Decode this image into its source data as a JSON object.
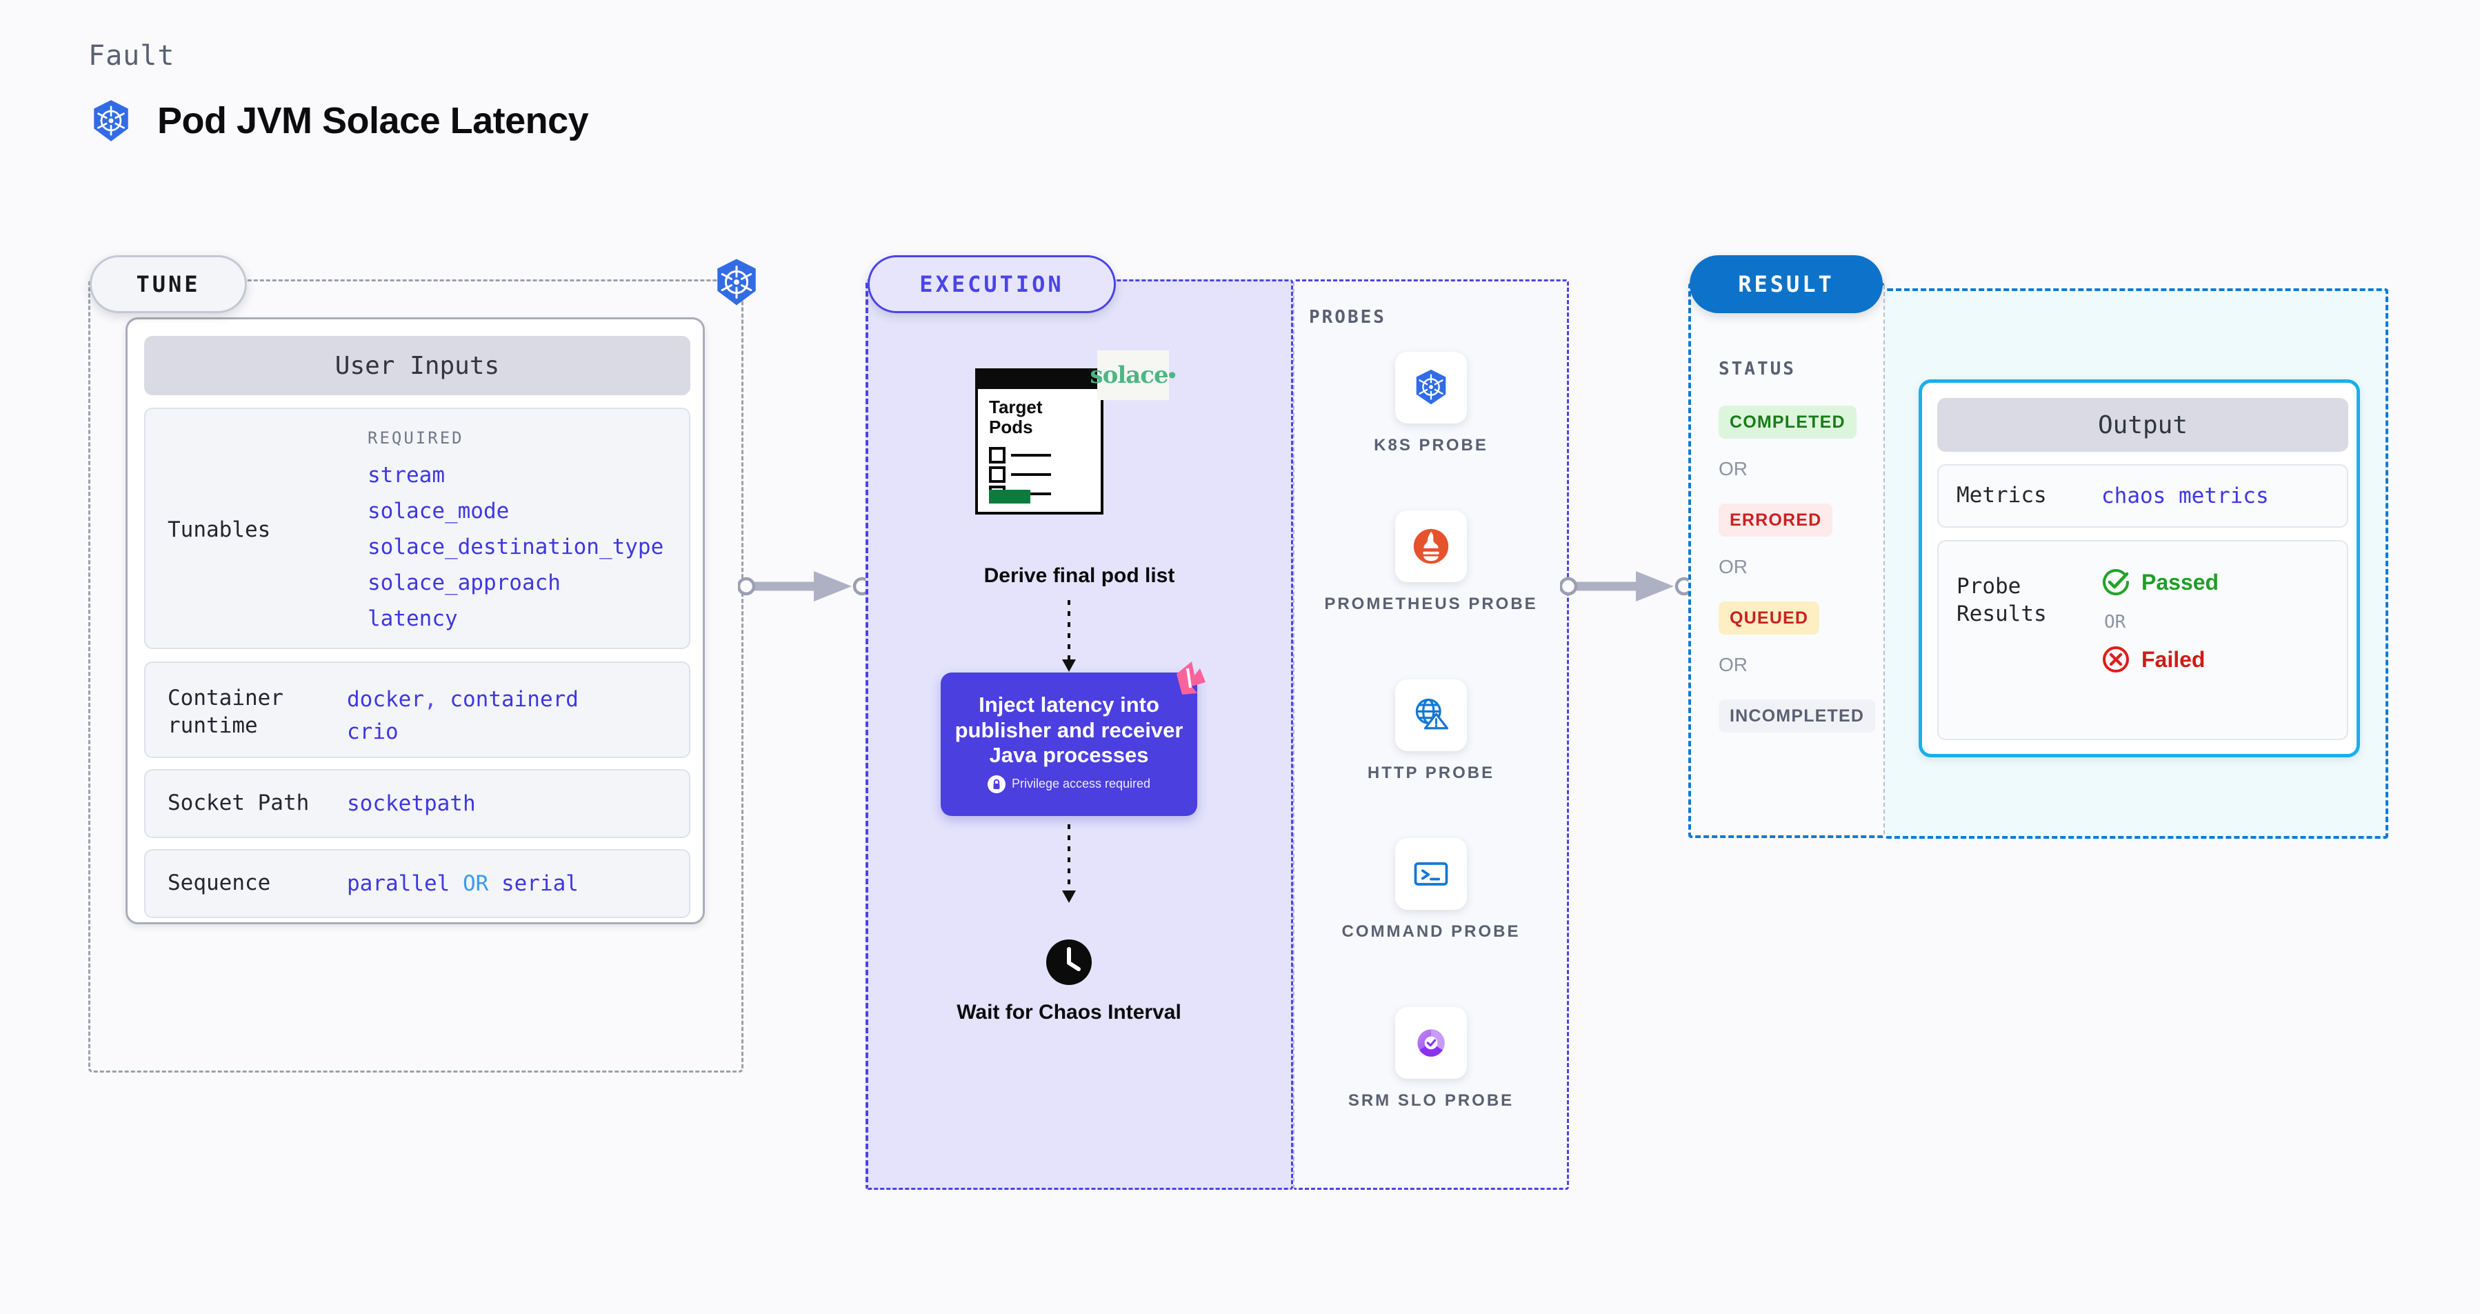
{
  "header": {
    "eyebrow": "Fault",
    "title": "Pod JVM Solace Latency",
    "icon": "kubernetes-icon"
  },
  "tune": {
    "chip_label": "TUNE",
    "badge_icon": "kubernetes-icon",
    "card_title": "User Inputs",
    "required_heading": "REQUIRED",
    "tunables_label": "Tunables",
    "tunables": [
      "stream",
      "solace_mode",
      "solace_destination_type",
      "solace_approach",
      "latency"
    ],
    "rows": [
      {
        "label": "Container runtime",
        "values": [
          "docker",
          "containerd",
          "crio"
        ],
        "separator": ","
      },
      {
        "label": "Socket Path",
        "values": [
          "socketpath"
        ]
      },
      {
        "label": "Sequence",
        "values": [
          "parallel",
          "serial"
        ],
        "separator": "OR"
      }
    ]
  },
  "execution": {
    "chip_label": "EXECUTION",
    "pods_card": {
      "title": "Target Pods",
      "brand": "solace",
      "brand_icon": "solace-logo"
    },
    "step1_caption": "Derive final pod list",
    "inject_card": {
      "text": "Inject latency into publisher and receiver Java processes",
      "privilege_note": "Privilege access required",
      "privilege_icon": "lock-icon",
      "ribbon_icon": "chaos-ribbon-icon"
    },
    "wait_caption": "Wait for Chaos Interval",
    "wait_icon": "clock-icon"
  },
  "probes": {
    "section_label": "PROBES",
    "items": [
      {
        "name": "K8S PROBE",
        "icon": "kubernetes-icon"
      },
      {
        "name": "PROMETHEUS PROBE",
        "icon": "prometheus-icon"
      },
      {
        "name": "HTTP PROBE",
        "icon": "http-globe-warning-icon"
      },
      {
        "name": "COMMAND PROBE",
        "icon": "terminal-icon"
      },
      {
        "name": "SRM SLO PROBE",
        "icon": "srm-slo-donut-icon"
      }
    ]
  },
  "result": {
    "chip_label": "RESULT",
    "status_label": "STATUS",
    "or_label": "OR",
    "statuses": [
      {
        "label": "COMPLETED",
        "color": "#1a7c1a",
        "bg": "#ddf5dd"
      },
      {
        "label": "ERRORED",
        "color": "#cc1f1f",
        "bg": "#fdeaea"
      },
      {
        "label": "QUEUED",
        "color": "#cc1f1f",
        "bg": "#fdeec4"
      },
      {
        "label": "INCOMPLETED",
        "color": "#5a6072",
        "bg": "#f1f2f6"
      }
    ],
    "output": {
      "card_title": "Output",
      "metrics_label": "Metrics",
      "metrics_value": "chaos metrics",
      "probe_results_label": "Probe Results",
      "passed_label": "Passed",
      "failed_label": "Failed",
      "or_label": "OR",
      "passed_icon": "check-circle-icon",
      "failed_icon": "x-circle-icon"
    }
  },
  "connectors": [
    {
      "name": "tune-to-execution-arrow"
    },
    {
      "name": "execution-to-result-arrow"
    }
  ],
  "colors": {
    "kubernetes_blue": "#326ce5",
    "execution_purple": "#4b44e8",
    "result_blue": "#0d72c9",
    "output_cyan": "#19b0e8",
    "code_indigo": "#3f37e0"
  }
}
